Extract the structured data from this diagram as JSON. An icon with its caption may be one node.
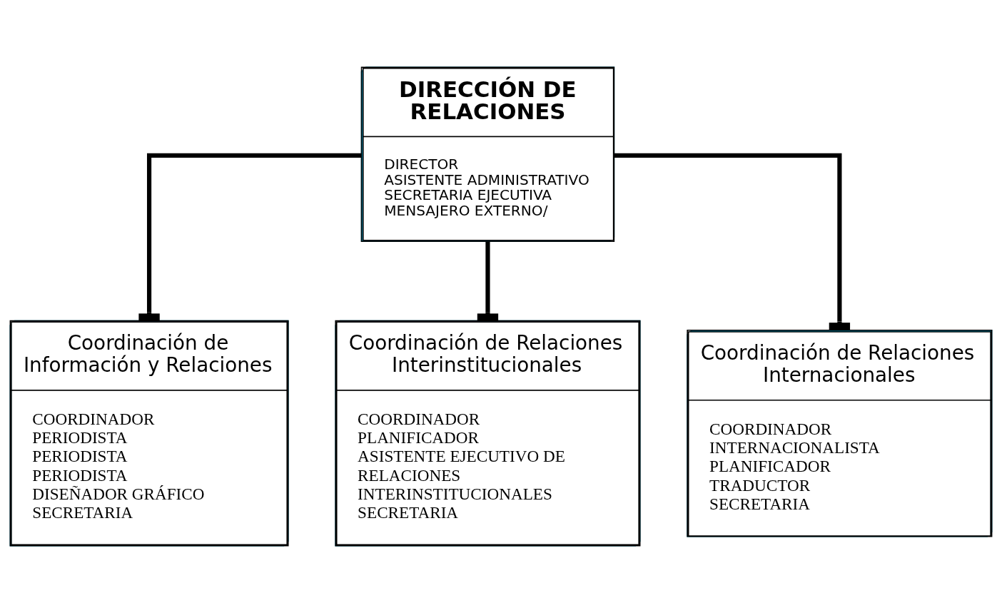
{
  "diagram": {
    "nodes": [
      {
        "text": [
          "DIRECCIÓN DE RELACIONES",
          "DIRECTOR",
          "ASISTENTE ADMINISTRATIVO",
          "SECRETARIA EJECUTIVA",
          "MENSAJERO EXTERNO/"
        ]
      },
      {
        "text": [
          "Coordinación de Información y Relaciones",
          "COORDINADOR",
          "PERIODISTA",
          "PERIODISTA",
          "PERIODISTA",
          "DISEÑADOR GRÁFICO",
          "SECRETARIA"
        ]
      },
      {
        "text": [
          "Coordinación de Relaciones Interinstitucionales",
          "COORDINADOR",
          "PLANIFICADOR",
          "ASISTENTE EJECUTIVO DE RELACIONES INTERINSTITUCIONALES",
          "SECRETARIA"
        ]
      },
      {
        "text": [
          "Coordinación de Relaciones Internacionales",
          "COORDINADOR",
          "INTERNACIONALISTA",
          "PLANIFICADOR",
          "TRADUCTOR",
          "SECRETARIA"
        ]
      }
    ],
    "edges": [
      {
        "from": 0,
        "to": 1,
        "arrow": "other"
      },
      {
        "from": 0,
        "to": 2,
        "arrow": "other"
      },
      {
        "from": 0,
        "to": 3,
        "arrow": "other"
      }
    ]
  }
}
